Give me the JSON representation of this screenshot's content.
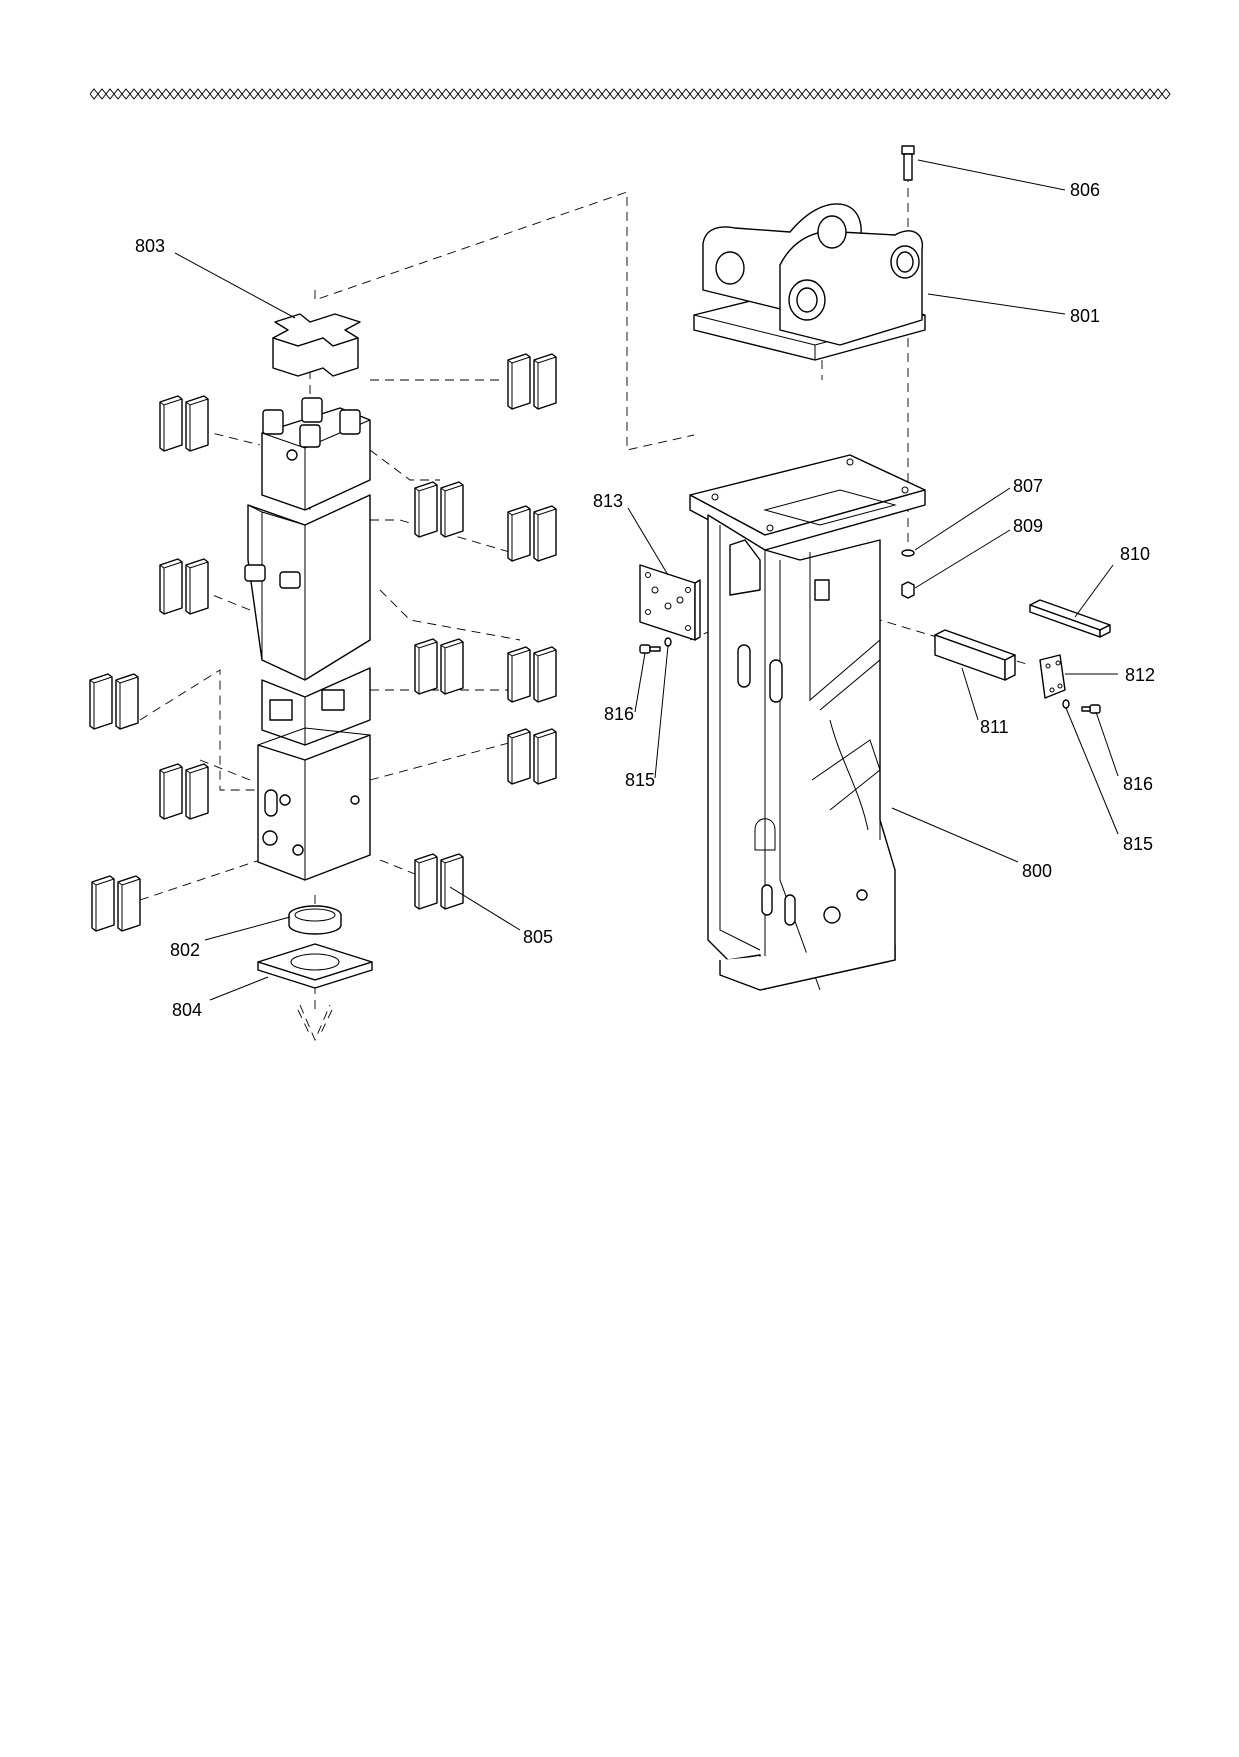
{
  "diagram": {
    "callouts": [
      {
        "id": "803",
        "text": "803"
      },
      {
        "id": "806",
        "text": "806"
      },
      {
        "id": "801",
        "text": "801"
      },
      {
        "id": "807",
        "text": "807"
      },
      {
        "id": "809",
        "text": "809"
      },
      {
        "id": "810",
        "text": "810"
      },
      {
        "id": "813",
        "text": "813"
      },
      {
        "id": "812",
        "text": "812"
      },
      {
        "id": "816a",
        "text": "816"
      },
      {
        "id": "811",
        "text": "811"
      },
      {
        "id": "815a",
        "text": "815"
      },
      {
        "id": "816b",
        "text": "816"
      },
      {
        "id": "815b",
        "text": "815"
      },
      {
        "id": "800",
        "text": "800"
      },
      {
        "id": "805",
        "text": "805"
      },
      {
        "id": "802",
        "text": "802"
      },
      {
        "id": "804",
        "text": "804"
      }
    ]
  }
}
